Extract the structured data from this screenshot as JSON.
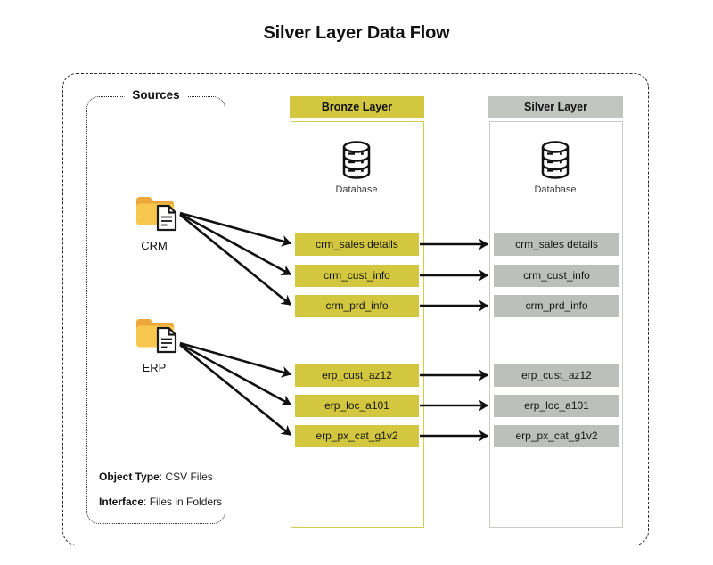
{
  "title": "Silver Layer Data Flow",
  "sources": {
    "label": "Sources",
    "items": [
      {
        "name": "CRM"
      },
      {
        "name": "ERP"
      }
    ],
    "notes": [
      {
        "label": "Object Type",
        "value": ": CSV Files"
      },
      {
        "label": "Interface",
        "value": ": Files in Folders"
      }
    ]
  },
  "bronze": {
    "header": "Bronze Layer",
    "database_label": "Database",
    "tables": [
      "crm_sales details",
      "crm_cust_info",
      "crm_prd_info",
      "erp_cust_az12",
      "erp_loc_a101",
      "erp_px_cat_g1v2"
    ]
  },
  "silver": {
    "header": "Silver Layer",
    "database_label": "Database",
    "tables": [
      "crm_sales details",
      "crm_cust_info",
      "crm_prd_info",
      "erp_cust_az12",
      "erp_loc_a101",
      "erp_px_cat_g1v2"
    ]
  },
  "colors": {
    "bronze_accent": "#d2c73e",
    "bronze_border": "#d6cb4a",
    "bronze_divider": "#d9cf5e",
    "silver_accent": "#c2c4bf",
    "silver_box": "#bdbfba",
    "silver_border": "#c9cbc6",
    "silver_divider": "#b5b7b2",
    "folder_body": "#f7c84d",
    "folder_top": "#eda63c",
    "arrow": "#111111"
  }
}
